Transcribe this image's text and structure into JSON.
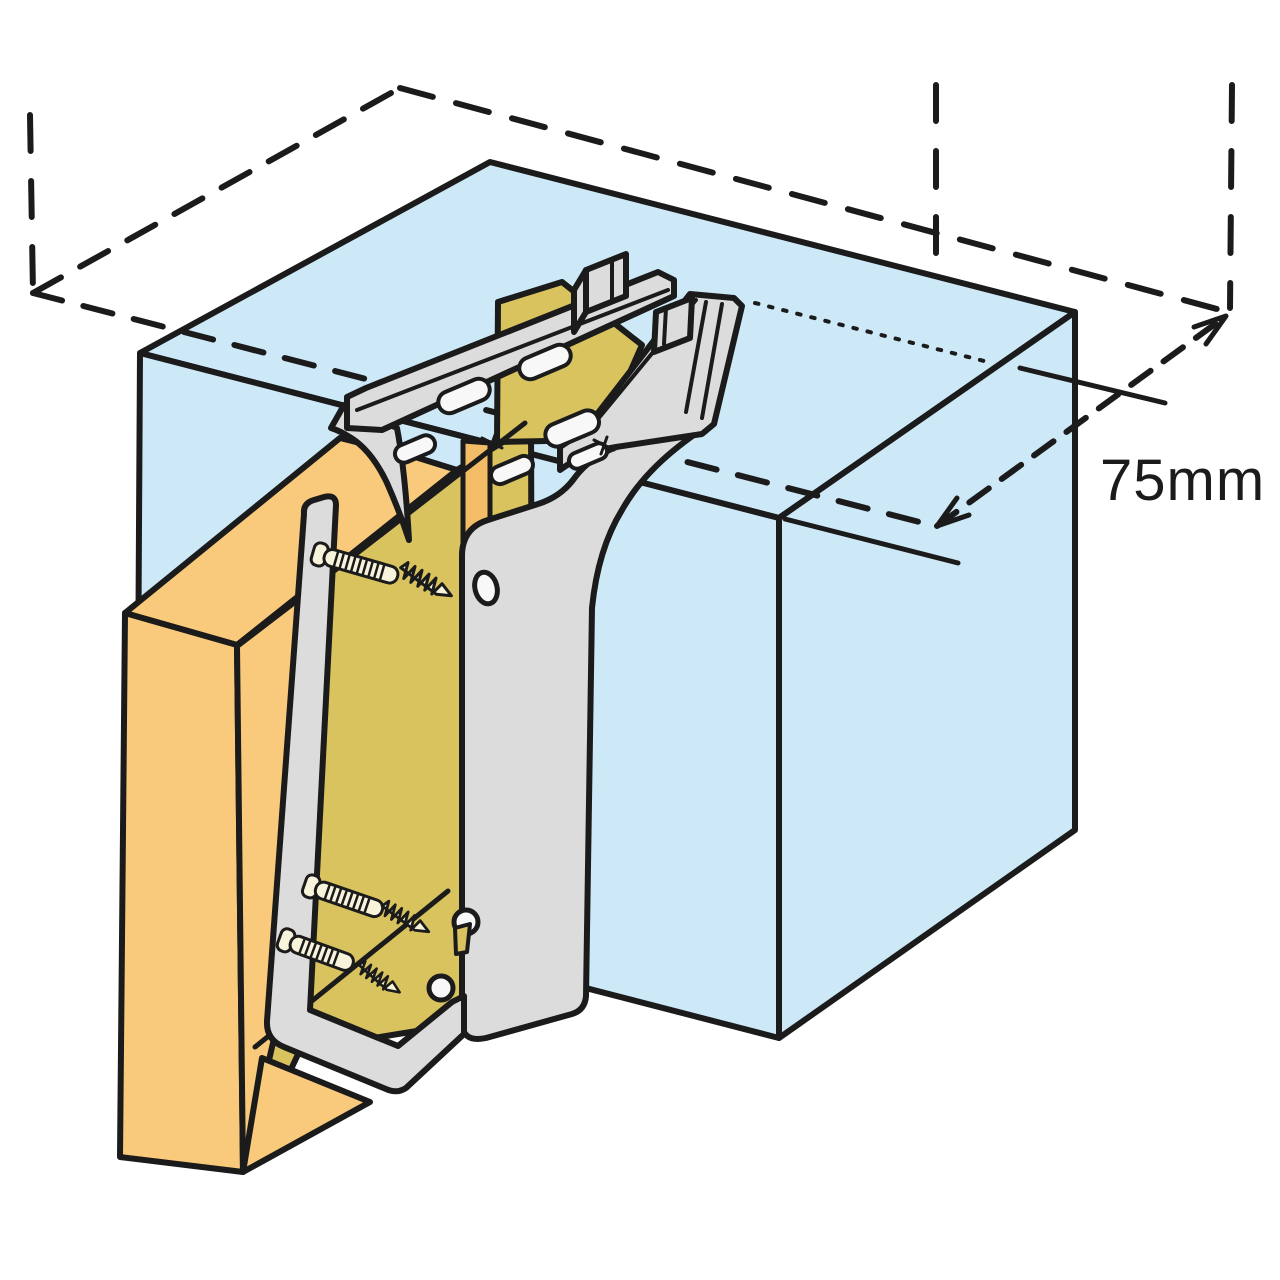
{
  "diagram": {
    "type": "construction-detail-illustration",
    "subject": "joist-hanger-on-masonry-wall",
    "dimension_label": "75mm",
    "components": [
      "masonry-wall",
      "future-masonry-dashed-outline",
      "timber-joist",
      "joist-hanger",
      "fixing-screws",
      "bearing-depth-dimension"
    ]
  },
  "colors": {
    "background": "#ffffff",
    "outline": "#1b1b1b",
    "wall_blue": "#cde9f8",
    "wood_light": "#f9ca7c",
    "wood_shaded": "#d8c35f",
    "wood_accent": "#f3bc66",
    "steel_gray": "#dcdcdc",
    "steel_light": "#f8f8f8",
    "screw": "#f8f4dc"
  }
}
